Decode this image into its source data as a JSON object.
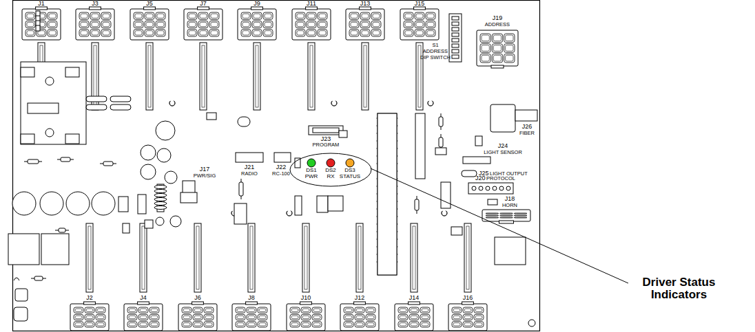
{
  "diagram": {
    "nodes": [
      {
        "text": [
          "DS1",
          "PWR",
          "DS2",
          "RX",
          "DS3",
          "STATUS"
        ]
      }
    ],
    "labels": [
      "J1",
      "J3",
      "J5",
      "J7",
      "J9",
      "J11",
      "J13",
      "J15",
      "J19",
      "ADDRESS",
      "S1",
      "ADDRESS",
      "DIP SWITCH",
      "J21",
      "RADIO",
      "J22",
      "RC-100",
      "J23",
      "PROGRAM",
      "J26",
      "FIBER",
      "J17",
      "PWR/SIG",
      "J24",
      "LIGHT SENSOR",
      "J25",
      "LIGHT OUTPUT",
      "J20",
      "PROTOCOL",
      "J18",
      "HORN",
      "J2",
      "J4",
      "J6",
      "J8",
      "J10",
      "J12",
      "J14",
      "J16",
      "Driver Status Indicators"
    ]
  }
}
